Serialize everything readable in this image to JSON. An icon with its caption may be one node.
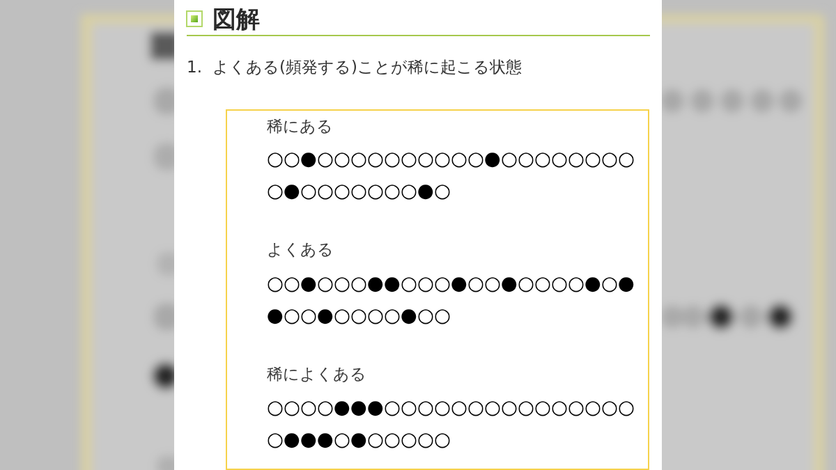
{
  "diagram": {
    "title": "図解",
    "nodes": [
      {
        "text": [
          "稀にある",
          "○○●○○○○○○○○○○●○○○○○○○○○●○○○○○○○●○",
          "よくある",
          "○○●○○○●●○○○●○○●○○○○●○●●○○●○○○○●○○",
          "稀によくある",
          "○○○○●●●○○○○○○○○○○○○○○○○●●●○●○○○○○"
        ]
      }
    ],
    "labels": [
      "1.",
      "よくある(頻発する)ことが稀に起こる状態"
    ]
  }
}
